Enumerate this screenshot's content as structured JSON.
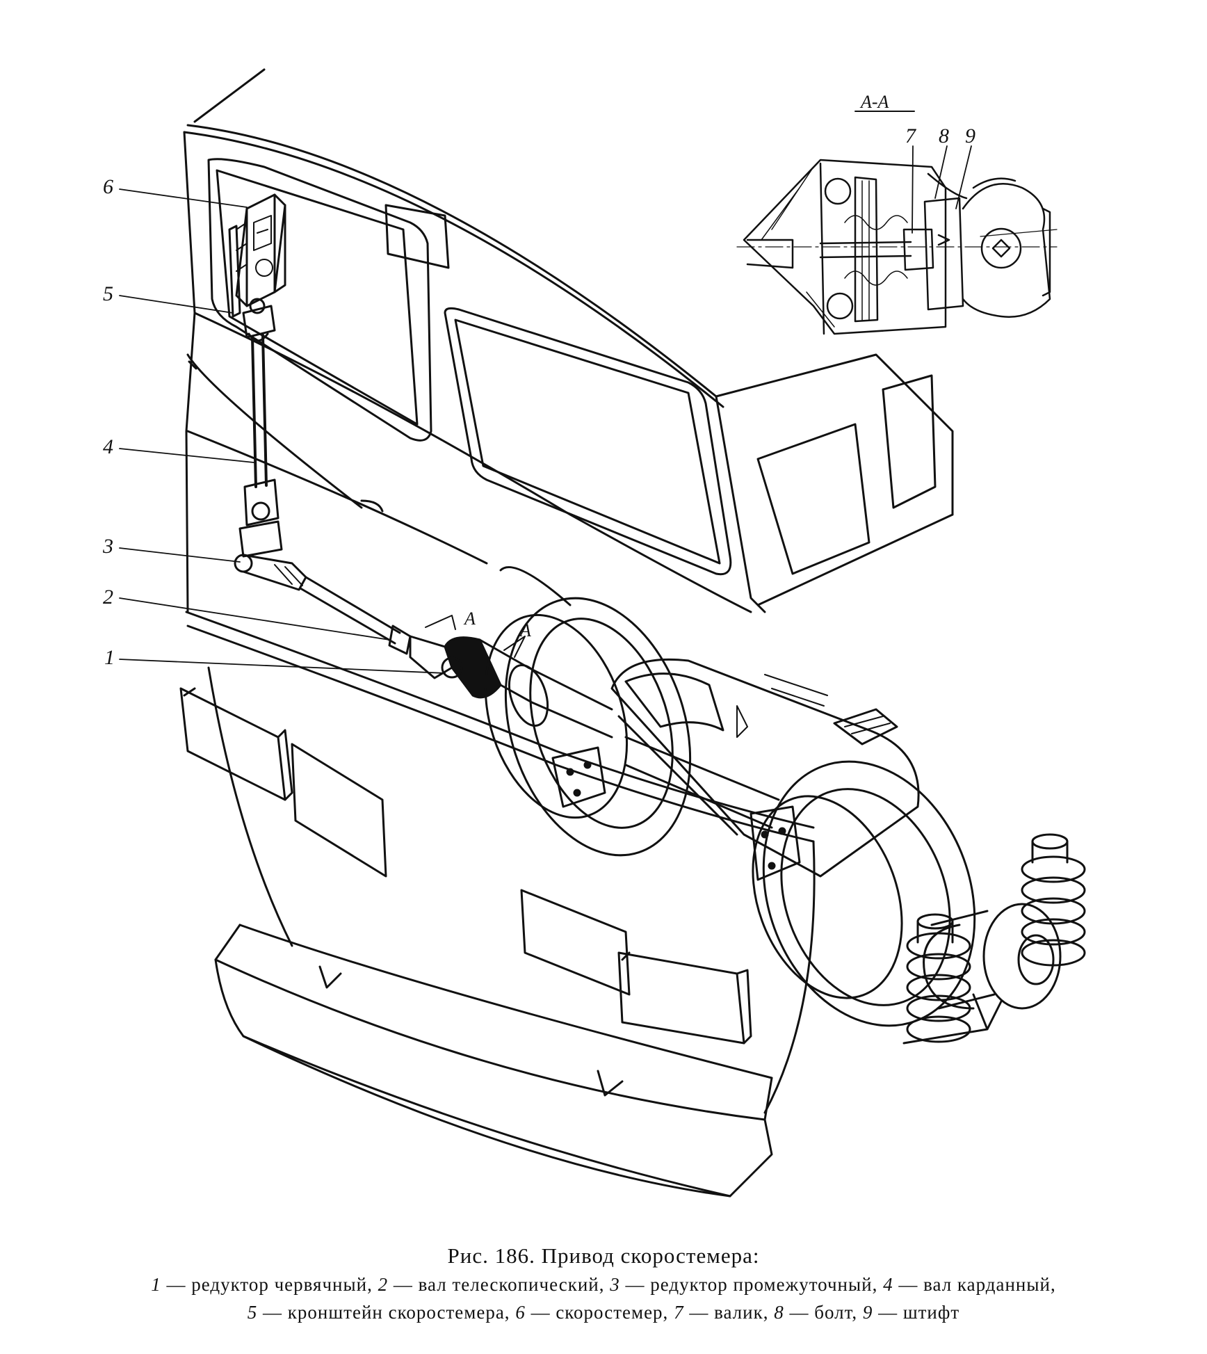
{
  "figure": {
    "section_label": "А-А",
    "callouts": [
      {
        "id": "1",
        "label": "1"
      },
      {
        "id": "2",
        "label": "2"
      },
      {
        "id": "3",
        "label": "3"
      },
      {
        "id": "4",
        "label": "4"
      },
      {
        "id": "5",
        "label": "5"
      },
      {
        "id": "6",
        "label": "6"
      },
      {
        "id": "7",
        "label": "7"
      },
      {
        "id": "8",
        "label": "8"
      },
      {
        "id": "9",
        "label": "9"
      }
    ],
    "cut_marks": [
      "A",
      "A"
    ]
  },
  "caption": {
    "title": "Рис. 186. Привод скоростемера:",
    "legend_line1": [
      {
        "n": "1",
        "t": " — редуктор червячный, "
      },
      {
        "n": "2",
        "t": " — вал телескопический, "
      },
      {
        "n": "3",
        "t": " — редуктор промежуточный, "
      },
      {
        "n": "4",
        "t": " — вал карданный,"
      }
    ],
    "legend_line2": [
      {
        "n": "5",
        "t": " — кронштейн скоростемера, "
      },
      {
        "n": "6",
        "t": " — скоростемер, "
      },
      {
        "n": "7",
        "t": " — валик, "
      },
      {
        "n": "8",
        "t": " — болт, "
      },
      {
        "n": "9",
        "t": " — штифт"
      }
    ]
  }
}
